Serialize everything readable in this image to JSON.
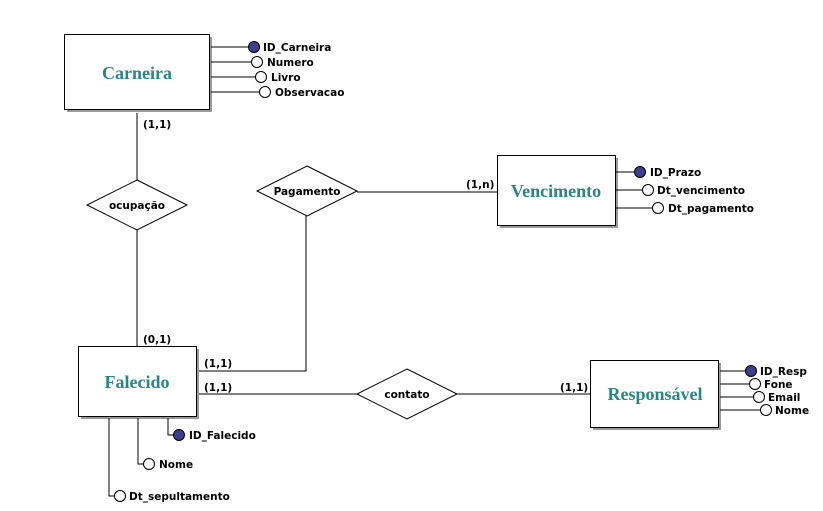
{
  "diagram": {
    "type": "entity-relationship",
    "colors": {
      "entity_label": "#2a8585",
      "primary_key_fill": "#3b3f8c",
      "line": "#000000",
      "background": "#ffffff"
    },
    "entities": [
      {
        "id": "carneira",
        "name": "Carneira",
        "attributes": [
          {
            "name": "ID_Carneira",
            "key": true
          },
          {
            "name": "Numero",
            "key": false
          },
          {
            "name": "Livro",
            "key": false
          },
          {
            "name": "Observacao",
            "key": false
          }
        ]
      },
      {
        "id": "vencimento",
        "name": "Vencimento",
        "attributes": [
          {
            "name": "ID_Prazo",
            "key": true
          },
          {
            "name": "Dt_vencimento",
            "key": false
          },
          {
            "name": "Dt_pagamento",
            "key": false
          }
        ]
      },
      {
        "id": "falecido",
        "name": "Falecido",
        "attributes": [
          {
            "name": "ID_Falecido",
            "key": true
          },
          {
            "name": "Nome",
            "key": false
          },
          {
            "name": "Dt_sepultamento",
            "key": false
          }
        ]
      },
      {
        "id": "responsavel",
        "name": "Responsável",
        "attributes": [
          {
            "name": "ID_Resp",
            "key": true
          },
          {
            "name": "Fone",
            "key": false
          },
          {
            "name": "Email",
            "key": false
          },
          {
            "name": "Nome",
            "key": false
          }
        ]
      }
    ],
    "relationships": [
      {
        "id": "ocupacao",
        "name": "ocupação",
        "ends": [
          {
            "entity": "carneira",
            "cardinality": "(1,1)"
          },
          {
            "entity": "falecido",
            "cardinality": "(0,1)"
          }
        ]
      },
      {
        "id": "pagamento",
        "name": "Pagamento",
        "ends": [
          {
            "entity": "falecido",
            "cardinality": "(1,1)"
          },
          {
            "entity": "vencimento",
            "cardinality": "(1,n)"
          }
        ]
      },
      {
        "id": "contato",
        "name": "contato",
        "ends": [
          {
            "entity": "falecido",
            "cardinality": "(1,1)"
          },
          {
            "entity": "responsavel",
            "cardinality": "(1,1)"
          }
        ]
      }
    ]
  }
}
